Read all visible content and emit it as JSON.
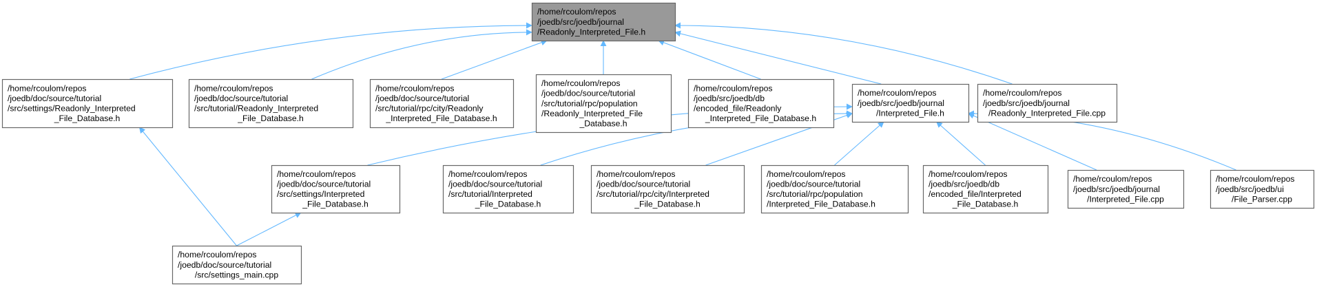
{
  "colors": {
    "edge": "#63b8ff",
    "root_fill": "#999999",
    "node_fill": "#ffffff",
    "border": "#666666"
  },
  "nodes": [
    {
      "id": "root",
      "root": true,
      "align": "left",
      "lines": [
        "/home/rcoulom/repos",
        "/joedb/src/joedb/journal",
        "/Readonly_Interpreted_File.h"
      ]
    },
    {
      "id": "settings_ro",
      "lines": [
        "/home/rcoulom/repos",
        "/joedb/doc/source/tutorial",
        "/src/settings/Readonly_Interpreted",
        "_File_Database.h"
      ]
    },
    {
      "id": "tutorial_ro",
      "lines": [
        "/home/rcoulom/repos",
        "/joedb/doc/source/tutorial",
        "/src/tutorial/Readonly_Interpreted",
        "_File_Database.h"
      ]
    },
    {
      "id": "city_ro",
      "lines": [
        "/home/rcoulom/repos",
        "/joedb/doc/source/tutorial",
        "/src/tutorial/rpc/city/Readonly",
        "_Interpreted_File_Database.h"
      ]
    },
    {
      "id": "population_ro",
      "lines": [
        "/home/rcoulom/repos",
        "/joedb/doc/source/tutorial",
        "/src/tutorial/rpc/population",
        "/Readonly_Interpreted_File",
        "_Database.h"
      ]
    },
    {
      "id": "encoded_ro",
      "lines": [
        "/home/rcoulom/repos",
        "/joedb/src/joedb/db",
        "/encoded_file/Readonly",
        "_Interpreted_File_Database.h"
      ]
    },
    {
      "id": "interpreted_h",
      "lines": [
        "/home/rcoulom/repos",
        "/joedb/src/joedb/journal",
        "/Interpreted_File.h"
      ]
    },
    {
      "id": "ro_cpp",
      "lines": [
        "/home/rcoulom/repos",
        "/joedb/src/joedb/journal",
        "/Readonly_Interpreted_File.cpp"
      ]
    },
    {
      "id": "settings_int",
      "lines": [
        "/home/rcoulom/repos",
        "/joedb/doc/source/tutorial",
        "/src/settings/Interpreted",
        "_File_Database.h"
      ]
    },
    {
      "id": "tutorial_int",
      "lines": [
        "/home/rcoulom/repos",
        "/joedb/doc/source/tutorial",
        "/src/tutorial/Interpreted",
        "_File_Database.h"
      ]
    },
    {
      "id": "city_int",
      "lines": [
        "/home/rcoulom/repos",
        "/joedb/doc/source/tutorial",
        "/src/tutorial/rpc/city/Interpreted",
        "_File_Database.h"
      ]
    },
    {
      "id": "population_int",
      "lines": [
        "/home/rcoulom/repos",
        "/joedb/doc/source/tutorial",
        "/src/tutorial/rpc/population",
        "/Interpreted_File_Database.h"
      ]
    },
    {
      "id": "encoded_int",
      "lines": [
        "/home/rcoulom/repos",
        "/joedb/src/joedb/db",
        "/encoded_file/Interpreted",
        "_File_Database.h"
      ]
    },
    {
      "id": "interpreted_cpp",
      "lines": [
        "/home/rcoulom/repos",
        "/joedb/src/joedb/journal",
        "/Interpreted_File.cpp"
      ]
    },
    {
      "id": "file_parser",
      "lines": [
        "/home/rcoulom/repos",
        "/joedb/src/joedb/ui",
        "/File_Parser.cpp"
      ]
    },
    {
      "id": "settings_main",
      "lines": [
        "/home/rcoulom/repos",
        "/joedb/doc/source/tutorial",
        "/src/settings_main.cpp"
      ]
    }
  ],
  "edges": [
    [
      "settings_ro",
      "root"
    ],
    [
      "tutorial_ro",
      "root"
    ],
    [
      "city_ro",
      "root"
    ],
    [
      "population_ro",
      "root"
    ],
    [
      "encoded_ro",
      "root"
    ],
    [
      "interpreted_h",
      "root"
    ],
    [
      "ro_cpp",
      "root"
    ],
    [
      "settings_int",
      "interpreted_h"
    ],
    [
      "tutorial_int",
      "interpreted_h"
    ],
    [
      "city_int",
      "interpreted_h"
    ],
    [
      "population_int",
      "interpreted_h"
    ],
    [
      "encoded_int",
      "interpreted_h"
    ],
    [
      "interpreted_cpp",
      "interpreted_h"
    ],
    [
      "file_parser",
      "interpreted_h"
    ],
    [
      "settings_main",
      "settings_ro"
    ],
    [
      "settings_main",
      "settings_int"
    ]
  ]
}
